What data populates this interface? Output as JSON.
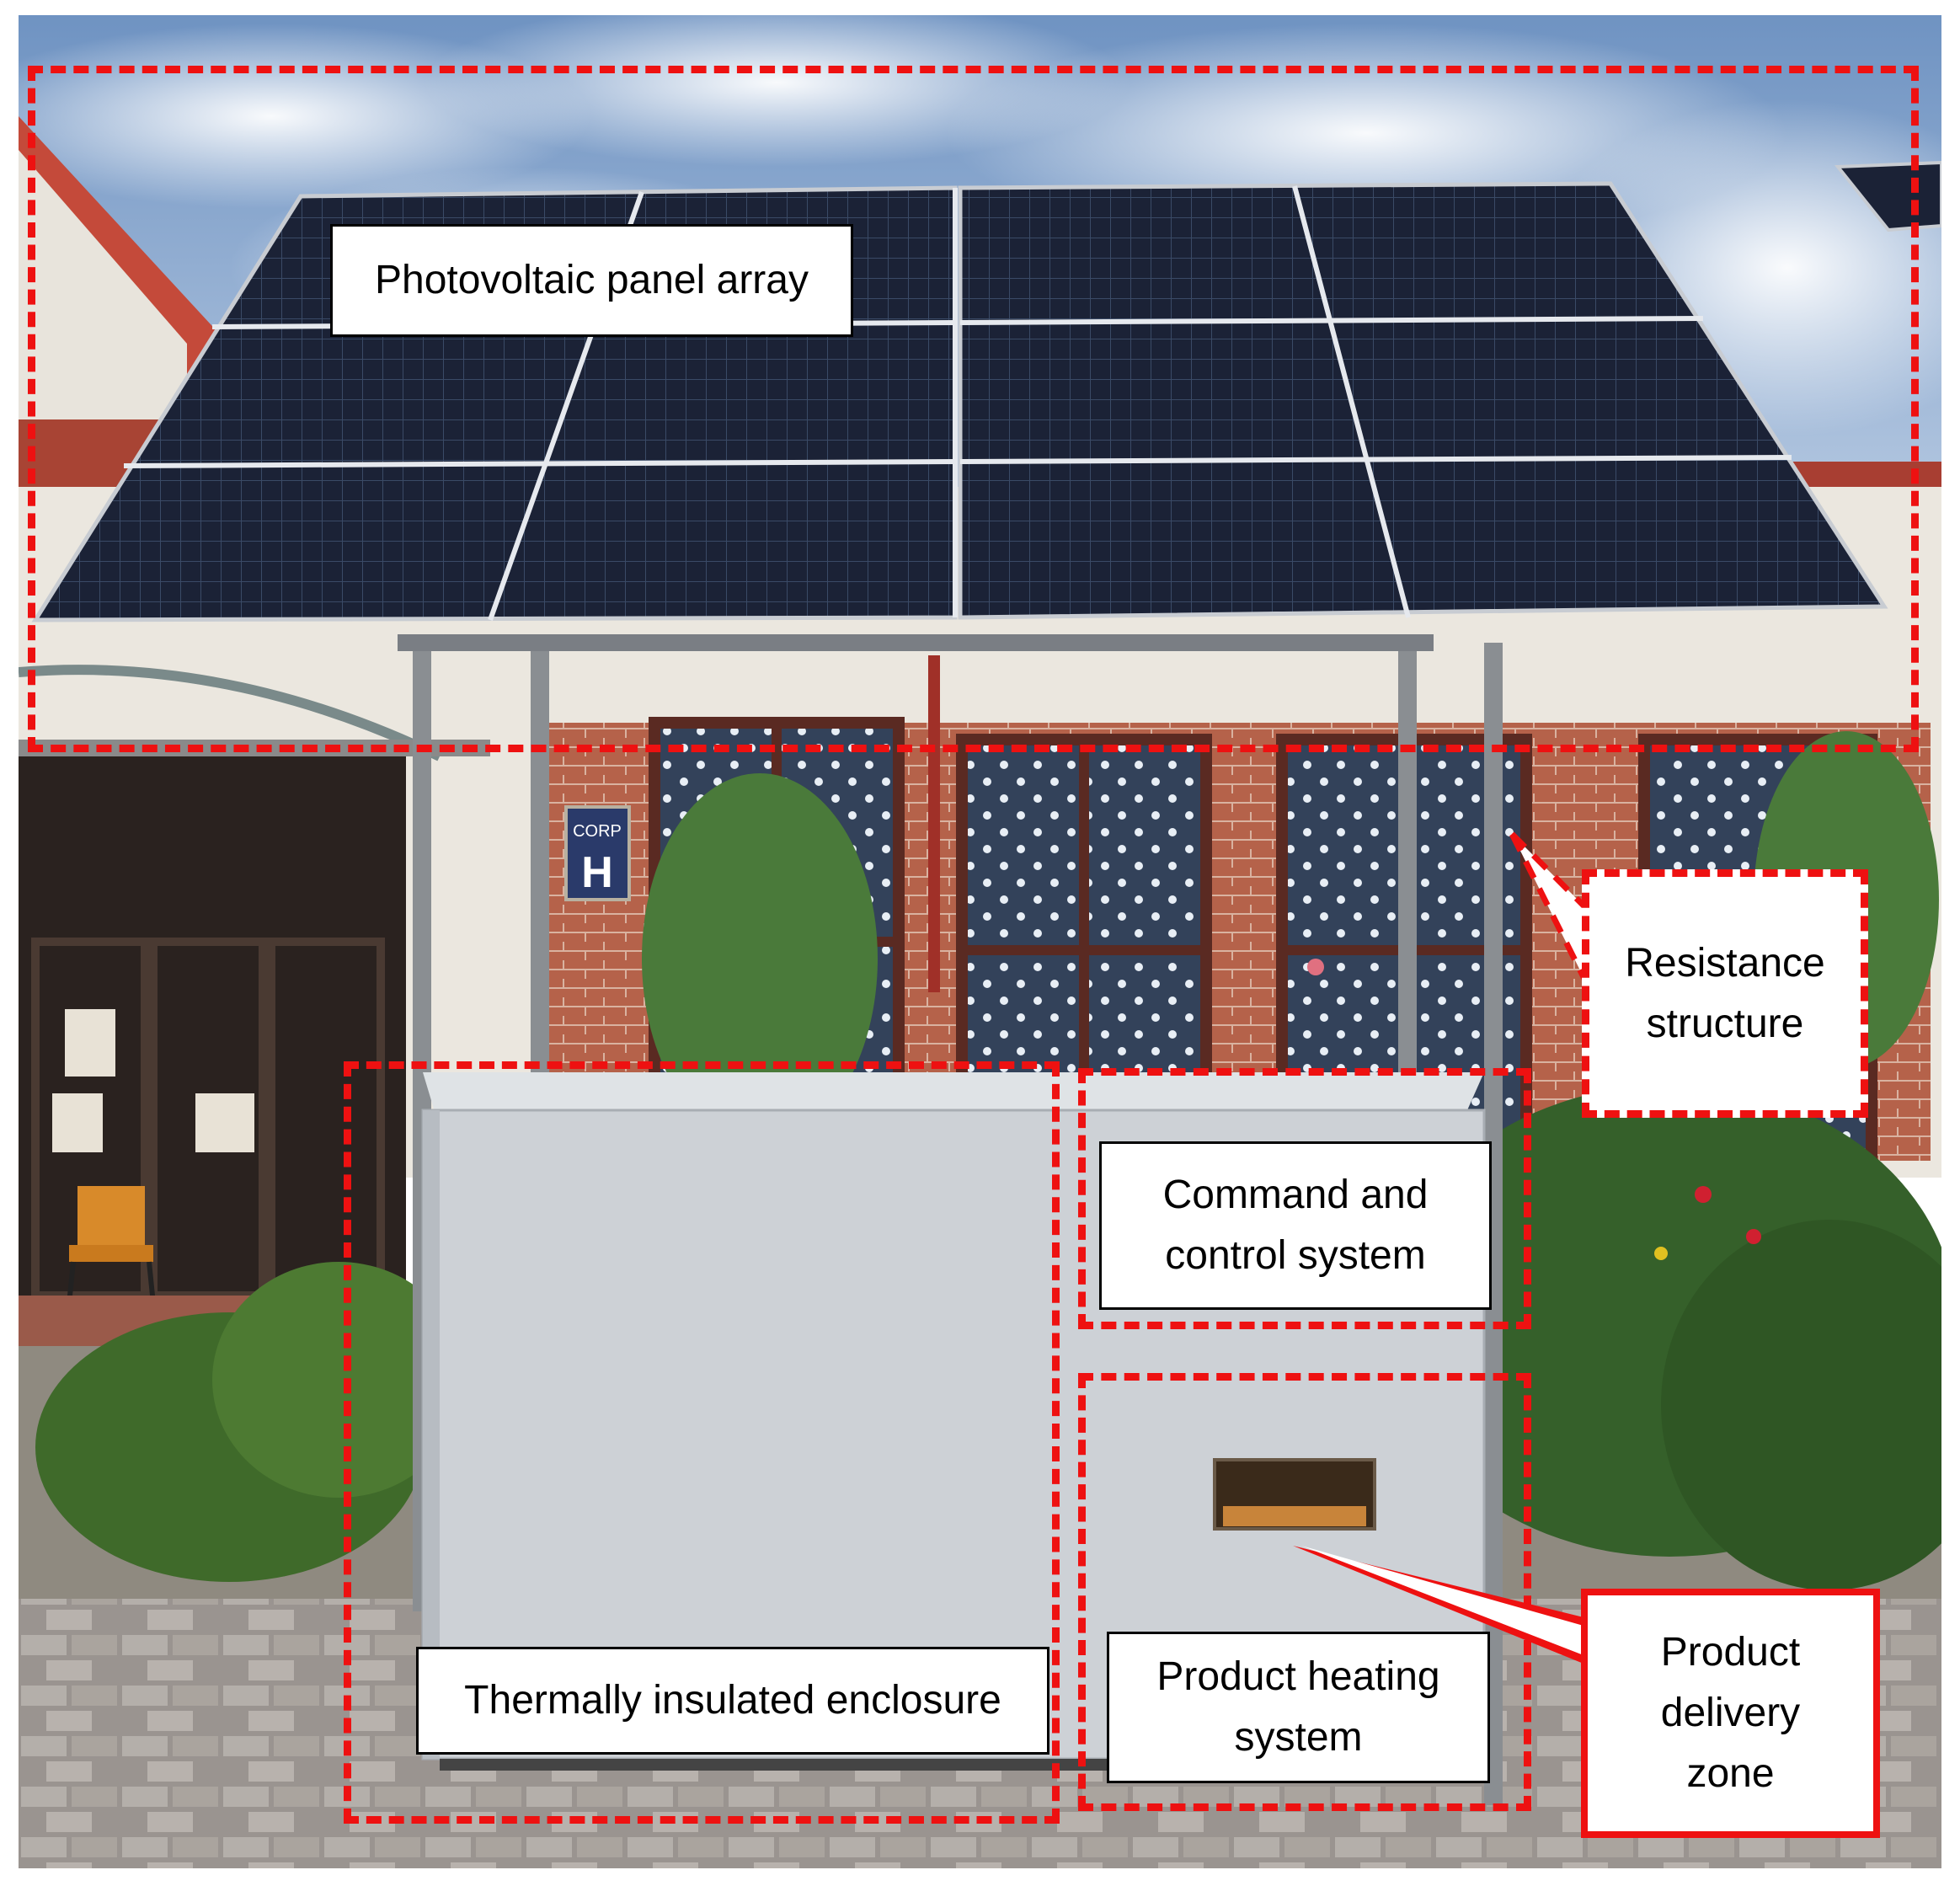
{
  "labels": {
    "pv_array": "Photovoltaic panel array",
    "resistance": "Resistance\nstructure",
    "command": "Command and\ncontrol system",
    "enclosure": "Thermally insulated enclosure",
    "heating": "Product heating\nsystem",
    "delivery": "Product\ndelivery\nzone"
  },
  "sign": {
    "line1": "CORP",
    "line2": "H"
  },
  "colors": {
    "annotation_red": "#ee1111"
  }
}
